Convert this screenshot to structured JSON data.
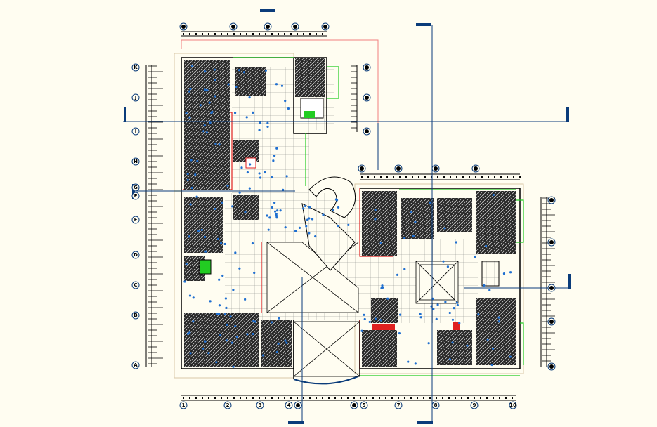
{
  "drawing": {
    "type": "architectural floor plan (CAD)",
    "colors": {
      "background": "#fffdf1",
      "linework": "#000000",
      "section_lines": "#0b3c7a",
      "furniture": "#1f6fd0",
      "boundary_red": "#e02020",
      "boundary_pink": "#f08080",
      "boundary_green": "#22cc22",
      "outline_beige": "#d8c8a8"
    },
    "grid_bubbles": {
      "left": [
        "K",
        "J",
        "I",
        "H",
        "G",
        "F",
        "E",
        "D",
        "C",
        "B",
        "A"
      ],
      "bottom": [
        "1",
        "2",
        "3",
        "4",
        "",
        "",
        "5",
        "7",
        "8",
        "9",
        "10"
      ]
    }
  }
}
